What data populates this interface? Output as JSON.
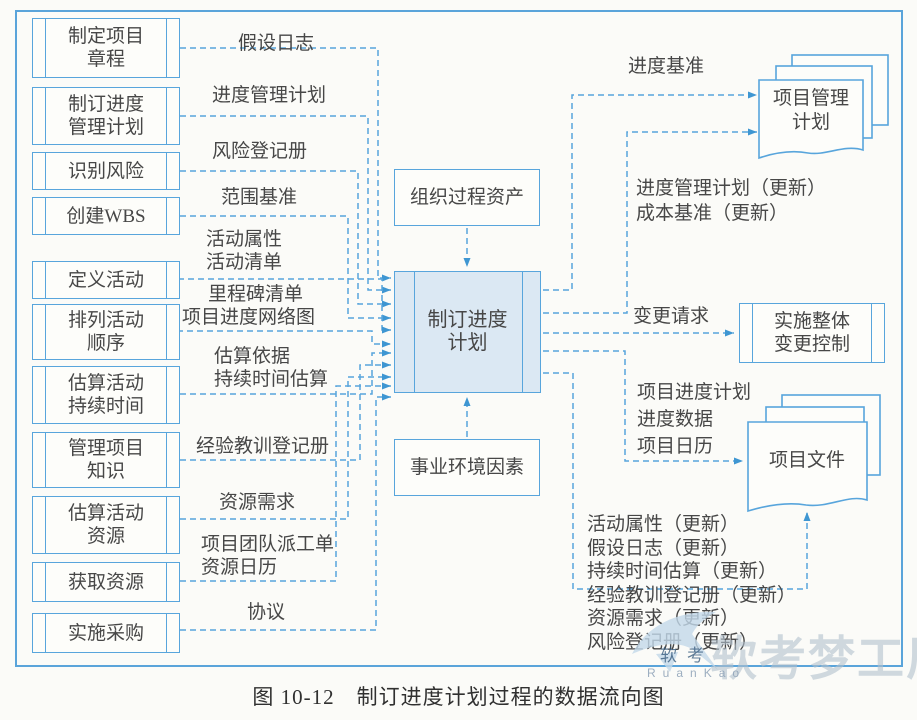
{
  "caption": "图 10-12　制订进度计划过程的数据流向图",
  "center": {
    "top_input": "组织过程资产",
    "process": "制订进度\n计划",
    "bottom_input": "事业环境因素"
  },
  "sources": [
    {
      "label": "制定项目\n章程"
    },
    {
      "label": "制订进度\n管理计划"
    },
    {
      "label": "识别风险"
    },
    {
      "label": "创建WBS"
    },
    {
      "label": "定义活动"
    },
    {
      "label": "排列活动\n顺序"
    },
    {
      "label": "估算活动\n持续时间"
    },
    {
      "label": "管理项目\n知识"
    },
    {
      "label": "估算活动\n资源"
    },
    {
      "label": "获取资源"
    },
    {
      "label": "实施采购"
    }
  ],
  "input_flows": [
    {
      "label": "假设日志"
    },
    {
      "label": "进度管理计划"
    },
    {
      "label": "风险登记册"
    },
    {
      "label": "范围基准"
    },
    {
      "label": "活动属性\n活动清单"
    },
    {
      "label": "里程碑清单"
    },
    {
      "label": "项目进度网络图"
    },
    {
      "label": "估算依据\n持续时间估算"
    },
    {
      "label": "经验教训登记册"
    },
    {
      "label": "资源需求"
    },
    {
      "label": "项目团队派工单\n资源日历"
    },
    {
      "label": "协议"
    }
  ],
  "output_flows": {
    "schedule_baseline": "进度基准",
    "pm_plan_updates": "进度管理计划（更新）\n成本基准（更新）",
    "change_requests": "变更请求",
    "project_doc_outputs": "项目进度计划\n进度数据\n项目日历",
    "project_doc_updates": "活动属性（更新）\n假设日志（更新）\n持续时间估算（更新）\n经验教训登记册（更新）\n资源需求（更新）\n风险登记册（更新）"
  },
  "targets": {
    "pm_plan": "项目管理\n计划",
    "change_control": "实施整体\n变更控制",
    "project_documents": "项目文件"
  },
  "watermark": {
    "brand_large": "软考梦工厂",
    "brand_small": "软考",
    "brand_latin": "RuanKao"
  },
  "colors": {
    "line_blue": "#58a5dc",
    "central_fill": "#dbe8f3",
    "text": "#474747"
  }
}
